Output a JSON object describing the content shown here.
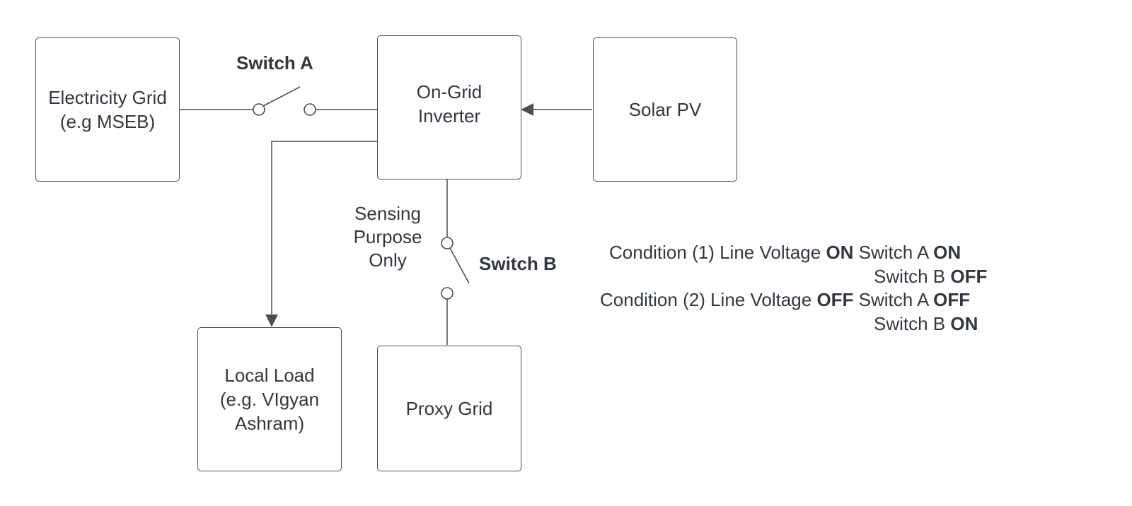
{
  "blocks": {
    "grid": {
      "line1": "Electricity Grid",
      "line2": "(e.g MSEB)"
    },
    "inverter": {
      "line1": "On-Grid",
      "line2": "Inverter"
    },
    "solar": {
      "line1": "Solar PV"
    },
    "load": {
      "line1": "Local Load",
      "line2": "(e.g. VIgyan",
      "line3": "Ashram)"
    },
    "proxy": {
      "line1": "Proxy Grid"
    }
  },
  "labels": {
    "switch_a": "Switch A",
    "switch_b": "Switch B",
    "sensing": {
      "line1": "Sensing",
      "line2": "Purpose",
      "line3": "Only"
    }
  },
  "conditions": {
    "c1_prefix": "Condition (1) Line Voltage ",
    "c1_voltage": "ON",
    "c1_switch_a_text": " Switch A ",
    "c1_switch_a_state": "ON",
    "c1_switch_b_text": "Switch B ",
    "c1_switch_b_state": "OFF",
    "c2_prefix": "Condition (2) Line Voltage ",
    "c2_voltage": "OFF",
    "c2_switch_a_text": " Switch A ",
    "c2_switch_a_state": "OFF",
    "c2_switch_b_text": "Switch B ",
    "c2_switch_b_state": "ON"
  },
  "colors": {
    "line": "#4a4d55",
    "text": "#333740",
    "background": "#ffffff"
  }
}
